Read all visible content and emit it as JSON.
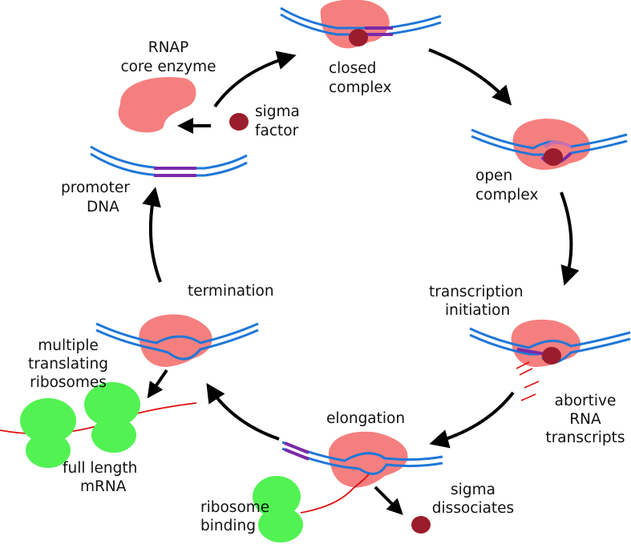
{
  "labels": {
    "core_line1": "RNAP",
    "core_line2": "core enzyme",
    "sigma_line1": "sigma",
    "sigma_line2": "factor",
    "promoter_line1": "promoter",
    "promoter_line2": "DNA",
    "closed_line1": "closed",
    "closed_line2": "complex",
    "open_line1": "open",
    "open_line2": "complex",
    "init_line1": "transcription",
    "init_line2": "initiation",
    "abortive_line1": "abortive",
    "abortive_line2": "RNA",
    "abortive_line3": "transcripts",
    "elongation": "elongation",
    "sigma_diss_line1": "sigma",
    "sigma_diss_line2": "dissociates",
    "ribosome_binding_line1": "ribosome",
    "ribosome_binding_line2": "binding",
    "termination": "termination",
    "multi_line1": "multiple",
    "multi_line2": "translating",
    "multi_line3": "ribosomes",
    "fulllength_line1": "full length",
    "fulllength_line2": "mRNA"
  },
  "colors": {
    "dna": "#1f77d8",
    "promoter": "#7a2aa8",
    "rnap": "#f57f7f",
    "sigma": "#9b1c2c",
    "rna": "#e01010",
    "ribosome": "#52f252",
    "arrow": "#000000"
  }
}
